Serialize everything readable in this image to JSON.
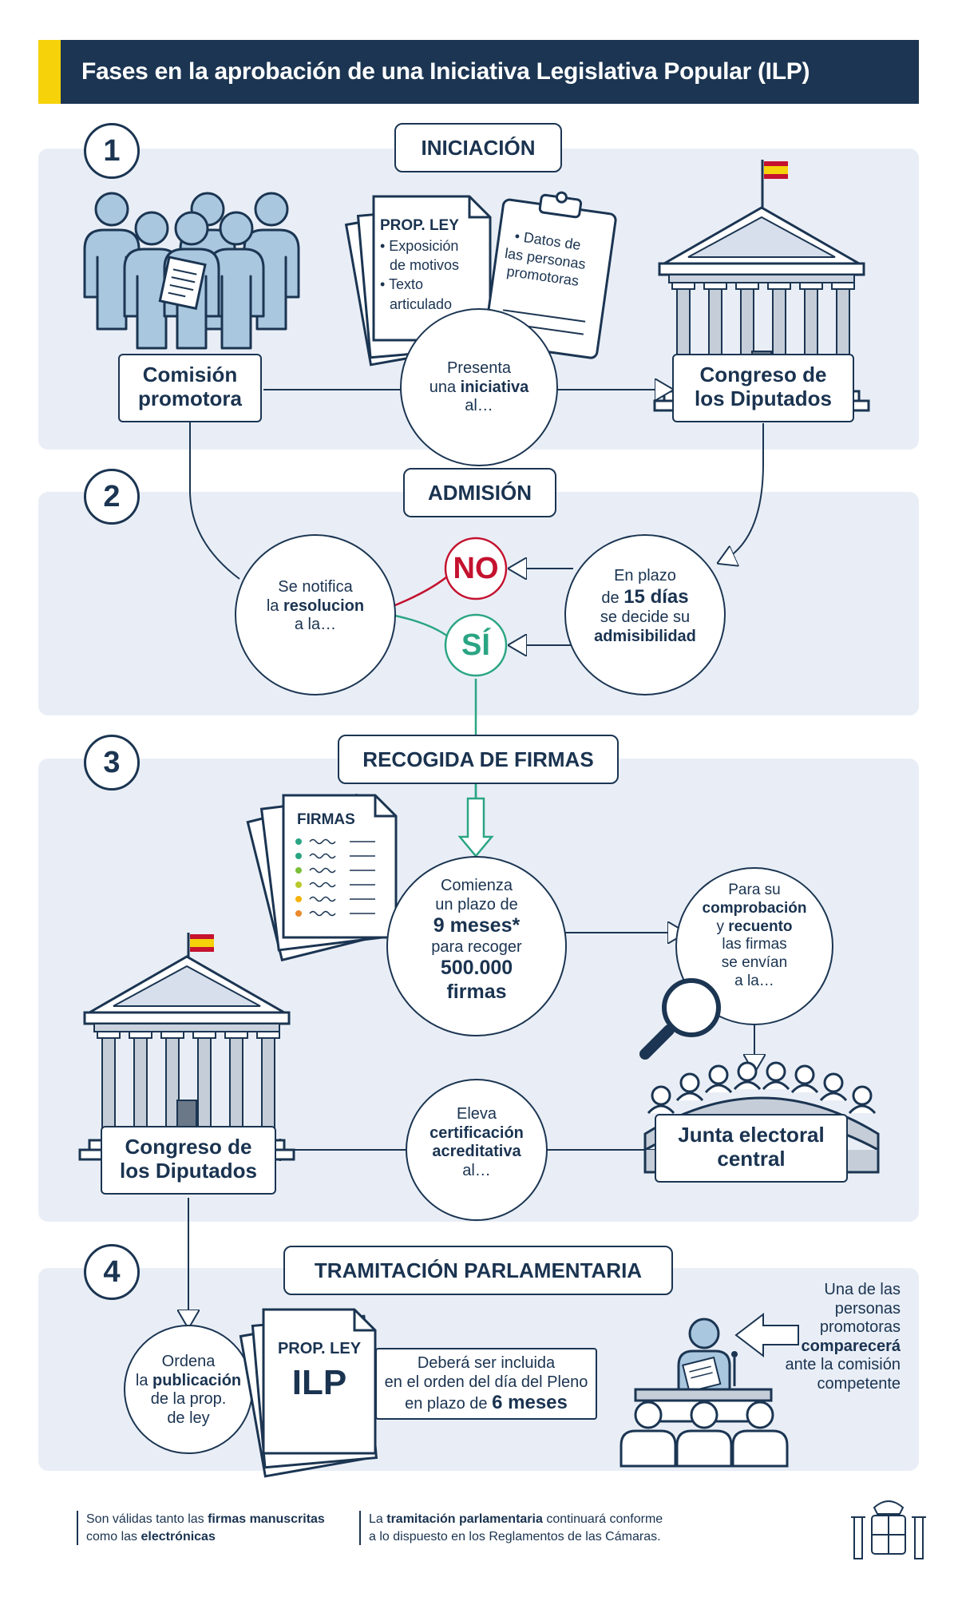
{
  "title": "Fases en la aprobación de una Iniciativa Legislativa Popular (ILP)",
  "colors": {
    "navy": "#1b3552",
    "panel": "#e9eef6",
    "yellow": "#f5d20a",
    "red": "#c4122f",
    "green": "#2aa583",
    "figure": "#a9c7df"
  },
  "phases": [
    {
      "number": "1",
      "label": "INICIACIÓN"
    },
    {
      "number": "2",
      "label": "ADMISIÓN"
    },
    {
      "number": "3",
      "label": "RECOGIDA DE FIRMAS"
    },
    {
      "number": "4",
      "label": "TRAMITACIÓN PARLAMENTARIA"
    }
  ],
  "phase1": {
    "comision": [
      "Comisión",
      "promotora"
    ],
    "doc_title": "PROP. LEY",
    "doc_items": [
      "• Exposición",
      "de motivos",
      "• Texto",
      "articulado"
    ],
    "clipboard_text": [
      "• Datos de",
      "las personas",
      "promotoras"
    ],
    "presenta": [
      "Presenta",
      "una ",
      "iniciativa",
      "al…"
    ],
    "congreso": [
      "Congreso de",
      "los Diputados"
    ]
  },
  "phase2": {
    "notifica": [
      "Se notifica",
      "la ",
      "resolucion",
      "a la…"
    ],
    "no": "NO",
    "si": "SÍ",
    "plazo": [
      "En plazo",
      "de ",
      "15 días",
      "se decide su",
      "admisibilidad"
    ]
  },
  "phase3": {
    "firmas_title": "FIRMAS",
    "comienza": [
      "Comienza",
      "un plazo de",
      "9 meses*",
      "para recoger",
      "500.000",
      "firmas"
    ],
    "comprobacion": [
      "Para su",
      "comprobación",
      "y ",
      "recuento",
      "las firmas",
      "se envían",
      "a la…"
    ],
    "junta": [
      "Junta electoral",
      "central"
    ],
    "eleva": [
      "Eleva",
      "certificación",
      "acreditativa",
      "al…"
    ],
    "congreso": [
      "Congreso de",
      "los Diputados"
    ]
  },
  "phase4": {
    "ordena": [
      "Ordena",
      "la ",
      "publicación",
      "de la prop.",
      "de ley"
    ],
    "doc_title": "PROP. LEY",
    "doc_big": "ILP",
    "debera": [
      "Deberá ser incluida",
      "en el orden del día del Pleno",
      "en plazo de ",
      "6 meses"
    ],
    "comparecera": [
      "Una de las",
      "personas",
      "promotoras",
      "comparecerá",
      "ante la comisión",
      "competente"
    ]
  },
  "footer": {
    "note1": [
      "Son válidas tanto las ",
      "firmas manuscritas",
      "como las ",
      "electrónicas"
    ],
    "note2": [
      "La ",
      "tramitación parlamentaria",
      " continuará conforme",
      "a lo dispuesto en los Reglamentos de las Cámaras."
    ]
  },
  "icons": [
    "people-group-icon",
    "document-icon",
    "clipboard-icon",
    "congress-building-icon",
    "spain-flag-icon",
    "magnifier-icon",
    "electoral-board-icon",
    "podium-speaker-icon",
    "coat-of-arms-icon"
  ]
}
